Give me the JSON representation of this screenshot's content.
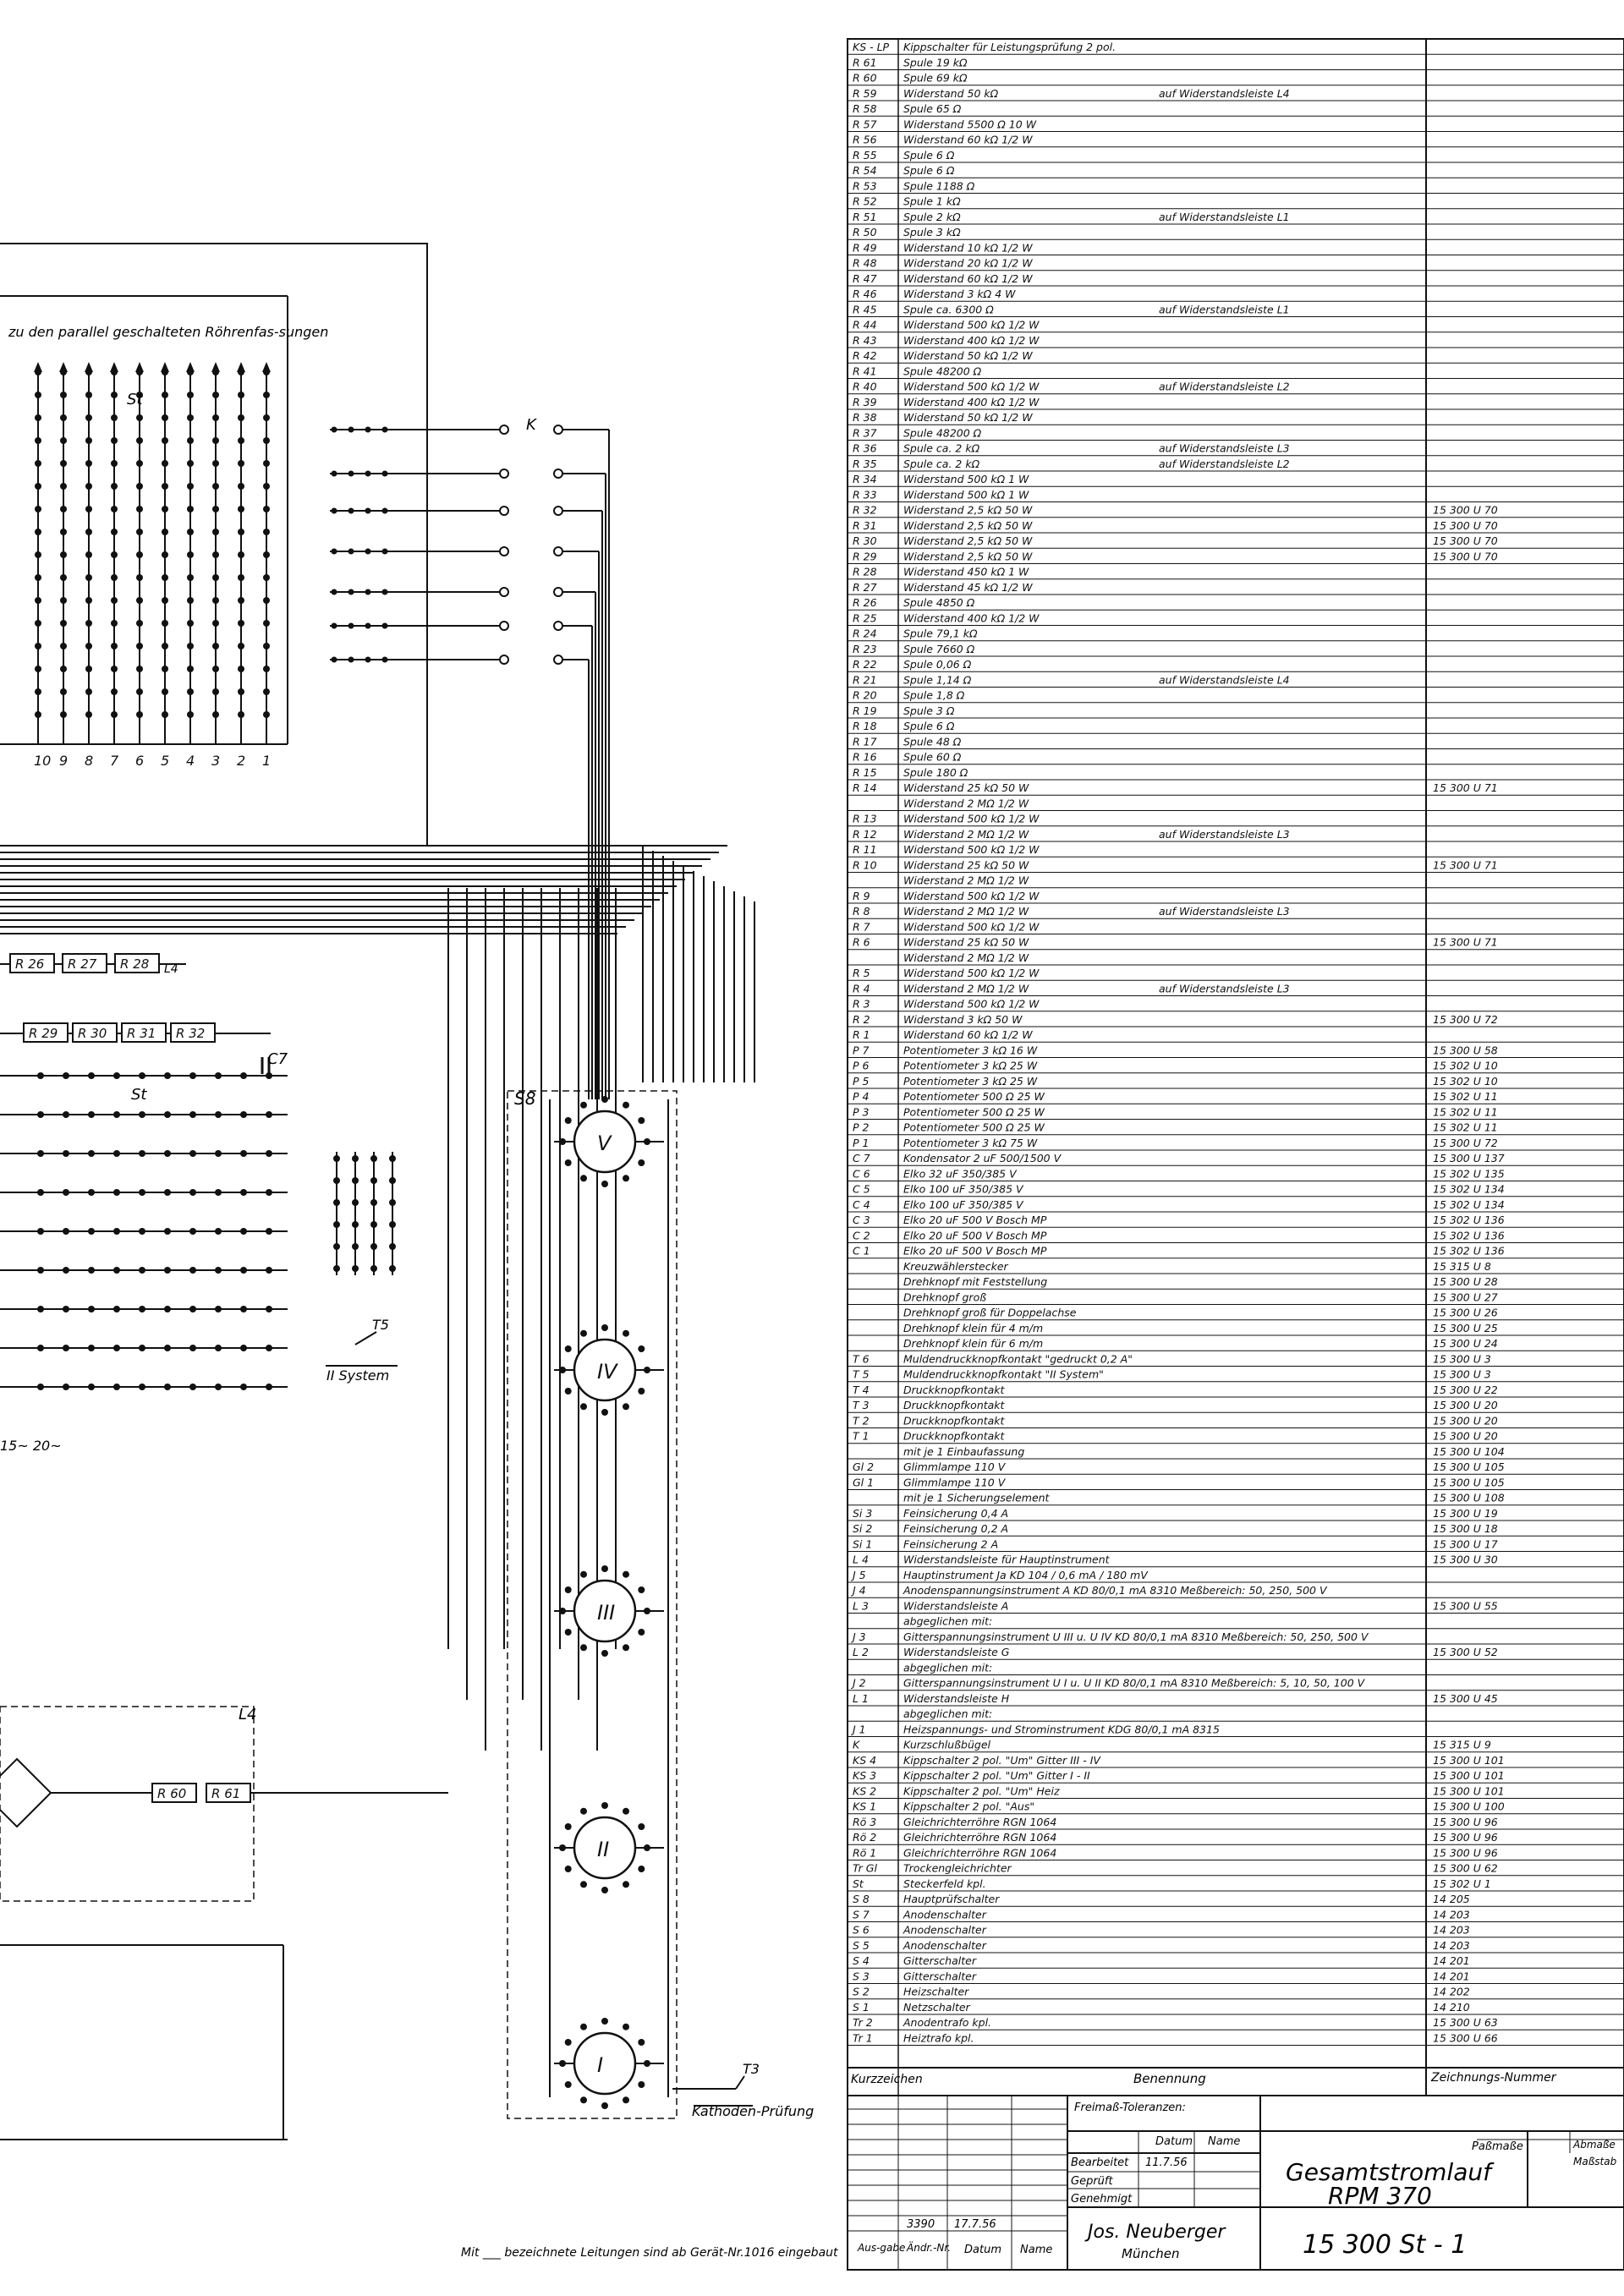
{
  "schematic": {
    "header_text": "zu den parallel geschalteten Röhrenfas-sungen",
    "st_label": "St",
    "st_label2": "St",
    "pin_numbers": [
      "10",
      "9",
      "8",
      "7",
      "6",
      "5",
      "4",
      "3",
      "2",
      "1"
    ],
    "k_label": "K",
    "s8_label": "S8",
    "c7_label": "C7",
    "l4_label": "L4",
    "l4_label2": "L4",
    "t5_label": "T5",
    "ii_system_label": "II System",
    "t3_label": "T3",
    "kathoden_label": "Kathoden-Prüfung",
    "freq_label": "15~ 20~",
    "resistor_row1": [
      "R 26",
      "R 27",
      "R 28"
    ],
    "resistor_row2": [
      "R 29",
      "R 30",
      "R 31",
      "R 32"
    ],
    "resistor_row3": [
      "R 60",
      "R 61"
    ],
    "switch_numerals": [
      "V",
      "IV",
      "III",
      "II",
      "I"
    ],
    "footnote": "Mit ___ bezeichnete Leitungen sind ab Gerät-Nr.1016 eingebaut"
  },
  "parts_table": {
    "rows": [
      {
        "ref": "KS - LP",
        "desc": "Kippschalter  für  Leistungsprüfung  2 pol.",
        "note": "",
        "num": ""
      },
      {
        "ref": "R 61",
        "desc": "Spule  19 kΩ",
        "note": "",
        "num": ""
      },
      {
        "ref": "R 60",
        "desc": "Spule  69 kΩ",
        "note": "",
        "num": ""
      },
      {
        "ref": "R 59",
        "desc": "Widerstand  50 kΩ",
        "note": "auf Widerstandsleiste  L4",
        "num": ""
      },
      {
        "ref": "R 58",
        "desc": "Spule  65 Ω",
        "note": "",
        "num": ""
      },
      {
        "ref": "R 57",
        "desc": "Widerstand  5500 Ω  10 W",
        "note": "",
        "num": ""
      },
      {
        "ref": "R 56",
        "desc": "Widerstand  60 kΩ  1/2 W",
        "note": "",
        "num": ""
      },
      {
        "ref": "R 55",
        "desc": "Spule  6 Ω",
        "note": "",
        "num": ""
      },
      {
        "ref": "R 54",
        "desc": "Spule  6 Ω",
        "note": "",
        "num": ""
      },
      {
        "ref": "R 53",
        "desc": "Spule  1188 Ω",
        "note": "",
        "num": ""
      },
      {
        "ref": "R 52",
        "desc": "Spule  1 kΩ",
        "note": "",
        "num": ""
      },
      {
        "ref": "R 51",
        "desc": "Spule  2 kΩ",
        "note": "auf Widerstandsleiste  L1",
        "num": ""
      },
      {
        "ref": "R 50",
        "desc": "Spule  3 kΩ",
        "note": "",
        "num": ""
      },
      {
        "ref": "R 49",
        "desc": "Widerstand  10 kΩ  1/2 W",
        "note": "",
        "num": ""
      },
      {
        "ref": "R 48",
        "desc": "Widerstand  20 kΩ  1/2 W",
        "note": "",
        "num": ""
      },
      {
        "ref": "R 47",
        "desc": "Widerstand  60 kΩ  1/2 W",
        "note": "",
        "num": ""
      },
      {
        "ref": "R 46",
        "desc": "Widerstand  3 kΩ  4 W",
        "note": "",
        "num": ""
      },
      {
        "ref": "R 45",
        "desc": "Spule  ca. 6300 Ω",
        "note": "auf Widerstandsleiste  L1",
        "num": ""
      },
      {
        "ref": "R 44",
        "desc": "Widerstand  500 kΩ  1/2 W",
        "note": "",
        "num": ""
      },
      {
        "ref": "R 43",
        "desc": "Widerstand  400 kΩ  1/2 W",
        "note": "",
        "num": ""
      },
      {
        "ref": "R 42",
        "desc": "Widerstand  50 kΩ  1/2 W",
        "note": "",
        "num": ""
      },
      {
        "ref": "R 41",
        "desc": "Spule  48200 Ω",
        "note": "",
        "num": ""
      },
      {
        "ref": "R 40",
        "desc": "Widerstand  500 kΩ  1/2 W",
        "note": "auf Widerstandsleiste  L2",
        "num": ""
      },
      {
        "ref": "R 39",
        "desc": "Widerstand  400 kΩ  1/2 W",
        "note": "",
        "num": ""
      },
      {
        "ref": "R 38",
        "desc": "Widerstand  50 kΩ  1/2 W",
        "note": "",
        "num": ""
      },
      {
        "ref": "R 37",
        "desc": "Spule  48200 Ω",
        "note": "",
        "num": ""
      },
      {
        "ref": "R 36",
        "desc": "Spule  ca. 2 kΩ",
        "note": "auf Widerstandsleiste  L3",
        "num": ""
      },
      {
        "ref": "R 35",
        "desc": "Spule  ca. 2 kΩ",
        "note": "auf Widerstandsleiste  L2",
        "num": ""
      },
      {
        "ref": "R 34",
        "desc": "Widerstand  500 kΩ  1 W",
        "note": "",
        "num": ""
      },
      {
        "ref": "R 33",
        "desc": "Widerstand  500 kΩ  1 W",
        "note": "",
        "num": ""
      },
      {
        "ref": "R 32",
        "desc": "Widerstand  2,5 kΩ  50 W",
        "note": "",
        "num": "15 300  U  70"
      },
      {
        "ref": "R 31",
        "desc": "Widerstand  2,5 kΩ  50 W",
        "note": "",
        "num": "15 300  U  70"
      },
      {
        "ref": "R 30",
        "desc": "Widerstand  2,5 kΩ  50 W",
        "note": "",
        "num": "15 300  U  70"
      },
      {
        "ref": "R 29",
        "desc": "Widerstand  2,5 kΩ  50 W",
        "note": "",
        "num": "15 300  U  70"
      },
      {
        "ref": "R 28",
        "desc": "Widerstand  450 kΩ  1 W",
        "note": "",
        "num": ""
      },
      {
        "ref": "R 27",
        "desc": "Widerstand  45 kΩ  1/2 W",
        "note": "",
        "num": ""
      },
      {
        "ref": "R 26",
        "desc": "Spule  4850 Ω",
        "note": "",
        "num": ""
      },
      {
        "ref": "R 25",
        "desc": "Widerstand  400 kΩ  1/2 W",
        "note": "",
        "num": ""
      },
      {
        "ref": "R 24",
        "desc": "Spule  79,1 kΩ",
        "note": "",
        "num": ""
      },
      {
        "ref": "R 23",
        "desc": "Spule  7660 Ω",
        "note": "",
        "num": ""
      },
      {
        "ref": "R 22",
        "desc": "Spule  0,06 Ω",
        "note": "",
        "num": ""
      },
      {
        "ref": "R 21",
        "desc": "Spule  1,14 Ω",
        "note": "auf Widerstandsleiste  L4",
        "num": ""
      },
      {
        "ref": "R 20",
        "desc": "Spule  1,8 Ω",
        "note": "",
        "num": ""
      },
      {
        "ref": "R 19",
        "desc": "Spule  3 Ω",
        "note": "",
        "num": ""
      },
      {
        "ref": "R 18",
        "desc": "Spule  6 Ω",
        "note": "",
        "num": ""
      },
      {
        "ref": "R 17",
        "desc": "Spule  48 Ω",
        "note": "",
        "num": ""
      },
      {
        "ref": "R 16",
        "desc": "Spule  60 Ω",
        "note": "",
        "num": ""
      },
      {
        "ref": "R 15",
        "desc": "Spule  180 Ω",
        "note": "",
        "num": ""
      },
      {
        "ref": "R 14",
        "desc": "Widerstand  25 kΩ  50 W",
        "note": "",
        "num": "15 300  U  71"
      },
      {
        "ref": "",
        "desc": "Widerstand  2 MΩ  1/2 W",
        "note": "",
        "num": ""
      },
      {
        "ref": "R 13",
        "desc": "Widerstand  500 kΩ  1/2 W",
        "note": "",
        "num": ""
      },
      {
        "ref": "R 12",
        "desc": "Widerstand  2 MΩ  1/2 W",
        "note": "auf Widerstandsleiste  L3",
        "num": ""
      },
      {
        "ref": "R 11",
        "desc": "Widerstand  500 kΩ  1/2 W",
        "note": "",
        "num": ""
      },
      {
        "ref": "R 10",
        "desc": "Widerstand  25 kΩ  50 W",
        "note": "",
        "num": "15 300  U  71"
      },
      {
        "ref": "",
        "desc": "Widerstand  2 MΩ  1/2 W",
        "note": "",
        "num": ""
      },
      {
        "ref": "R 9",
        "desc": "Widerstand  500 kΩ  1/2 W",
        "note": "",
        "num": ""
      },
      {
        "ref": "R 8",
        "desc": "Widerstand  2 MΩ  1/2 W",
        "note": "auf Widerstandsleiste  L3",
        "num": ""
      },
      {
        "ref": "R 7",
        "desc": "Widerstand  500 kΩ  1/2 W",
        "note": "",
        "num": ""
      },
      {
        "ref": "R 6",
        "desc": "Widerstand  25 kΩ  50 W",
        "note": "",
        "num": "15 300  U  71"
      },
      {
        "ref": "",
        "desc": "Widerstand  2 MΩ  1/2 W",
        "note": "",
        "num": ""
      },
      {
        "ref": "R 5",
        "desc": "Widerstand  500 kΩ  1/2 W",
        "note": "",
        "num": ""
      },
      {
        "ref": "R 4",
        "desc": "Widerstand  2 MΩ  1/2 W",
        "note": "auf Widerstandsleiste  L3",
        "num": ""
      },
      {
        "ref": "R 3",
        "desc": "Widerstand  500 kΩ  1/2 W",
        "note": "",
        "num": ""
      },
      {
        "ref": "R 2",
        "desc": "Widerstand  3 kΩ  50 W",
        "note": "",
        "num": "15 300  U  72"
      },
      {
        "ref": "R 1",
        "desc": "Widerstand  60 kΩ  1/2 W",
        "note": "",
        "num": ""
      },
      {
        "ref": "P 7",
        "desc": "Potentiometer  3 kΩ  16 W",
        "note": "",
        "num": "15 300  U  58"
      },
      {
        "ref": "P 6",
        "desc": "Potentiometer  3 kΩ  25 W",
        "note": "",
        "num": "15 302  U  10"
      },
      {
        "ref": "P 5",
        "desc": "Potentiometer  3 kΩ  25 W",
        "note": "",
        "num": "15 302  U  10"
      },
      {
        "ref": "P 4",
        "desc": "Potentiometer  500 Ω  25 W",
        "note": "",
        "num": "15 302  U  11"
      },
      {
        "ref": "P 3",
        "desc": "Potentiometer  500 Ω  25 W",
        "note": "",
        "num": "15 302  U  11"
      },
      {
        "ref": "P 2",
        "desc": "Potentiometer  500 Ω  25 W",
        "note": "",
        "num": "15 302  U  11"
      },
      {
        "ref": "P 1",
        "desc": "Potentiometer  3 kΩ  75 W",
        "note": "",
        "num": "15 300  U  72"
      },
      {
        "ref": "C 7",
        "desc": "Kondensator  2 uF  500/1500 V",
        "note": "",
        "num": "15 300  U  137"
      },
      {
        "ref": "C 6",
        "desc": "Elko  32 uF  350/385 V",
        "note": "",
        "num": "15 302  U  135"
      },
      {
        "ref": "C 5",
        "desc": "Elko  100 uF  350/385 V",
        "note": "",
        "num": "15 302  U  134"
      },
      {
        "ref": "C 4",
        "desc": "Elko  100 uF  350/385 V",
        "note": "",
        "num": "15 302  U  134"
      },
      {
        "ref": "C 3",
        "desc": "Elko  20 uF  500 V  Bosch MP",
        "note": "",
        "num": "15 302  U  136"
      },
      {
        "ref": "C 2",
        "desc": "Elko  20 uF  500 V  Bosch MP",
        "note": "",
        "num": "15 302  U  136"
      },
      {
        "ref": "C 1",
        "desc": "Elko  20 uF  500 V  Bosch MP",
        "note": "",
        "num": "15 302  U  136"
      },
      {
        "ref": "",
        "desc": "Kreuzwählerstecker",
        "note": "",
        "num": "15 315  U  8"
      },
      {
        "ref": "",
        "desc": "Drehknopf  mit  Feststellung",
        "note": "",
        "num": "15 300  U  28"
      },
      {
        "ref": "",
        "desc": "Drehknopf  groß",
        "note": "",
        "num": "15 300  U  27"
      },
      {
        "ref": "",
        "desc": "Drehknopf  groß  für  Doppelachse",
        "note": "",
        "num": "15 300  U  26"
      },
      {
        "ref": "",
        "desc": "Drehknopf  klein  für  4 m/m",
        "note": "",
        "num": "15 300  U  25"
      },
      {
        "ref": "",
        "desc": "Drehknopf  klein  für  6 m/m",
        "note": "",
        "num": "15 300  U  24"
      },
      {
        "ref": "T 6",
        "desc": "Muldendruckknopfkontakt  \"gedruckt  0,2 A\"",
        "note": "",
        "num": "15 300  U  3"
      },
      {
        "ref": "T 5",
        "desc": "Muldendruckknopfkontakt  \"II System\"",
        "note": "",
        "num": "15 300  U  3"
      },
      {
        "ref": "T 4",
        "desc": "Druckknopfkontakt",
        "note": "",
        "num": "15 300  U  22"
      },
      {
        "ref": "T 3",
        "desc": "Druckknopfkontakt",
        "note": "",
        "num": "15 300  U  20"
      },
      {
        "ref": "T 2",
        "desc": "Druckknopfkontakt",
        "note": "",
        "num": "15 300  U  20"
      },
      {
        "ref": "T 1",
        "desc": "Druckknopfkontakt",
        "note": "",
        "num": "15 300  U  20"
      },
      {
        "ref": "",
        "desc": "mit  je  1  Einbaufassung",
        "note": "",
        "num": "15 300  U  104"
      },
      {
        "ref": "Gl 2",
        "desc": "Glimmlampe  110 V",
        "note": "",
        "num": "15 300  U  105"
      },
      {
        "ref": "Gl 1",
        "desc": "Glimmlampe  110 V",
        "note": "",
        "num": "15 300  U  105"
      },
      {
        "ref": "",
        "desc": "mit  je  1  Sicherungselement",
        "note": "",
        "num": "15 300  U  108"
      },
      {
        "ref": "Si 3",
        "desc": "Feinsicherung  0,4 A",
        "note": "",
        "num": "15 300  U  19"
      },
      {
        "ref": "Si 2",
        "desc": "Feinsicherung  0,2 A",
        "note": "",
        "num": "15 300  U  18"
      },
      {
        "ref": "Si 1",
        "desc": "Feinsicherung  2 A",
        "note": "",
        "num": "15 300  U  17"
      },
      {
        "ref": "L 4",
        "desc": "Widerstandsleiste  für  Hauptinstrument",
        "note": "",
        "num": "15 300  U  30"
      },
      {
        "ref": "J 5",
        "desc": "Hauptinstrument  Ja  KD 104 / 0,6 mA / 180 mV",
        "note": "",
        "num": ""
      },
      {
        "ref": "J 4",
        "desc": "Anodenspannungsinstrument  A  KD 80/0,1 mA  8310  Meßbereich: 50, 250, 500 V",
        "note": "",
        "num": ""
      },
      {
        "ref": "L 3",
        "desc": "Widerstandsleiste  A",
        "note": "",
        "num": "15 300  U  55"
      },
      {
        "ref": "",
        "desc": "abgeglichen  mit:",
        "note": "",
        "num": ""
      },
      {
        "ref": "J 3",
        "desc": "Gitterspannungsinstrument  U III u. U IV  KD 80/0,1 mA  8310  Meßbereich: 50, 250, 500 V",
        "note": "",
        "num": ""
      },
      {
        "ref": "L 2",
        "desc": "Widerstandsleiste  G",
        "note": "",
        "num": "15 300  U  52"
      },
      {
        "ref": "",
        "desc": "abgeglichen  mit:",
        "note": "",
        "num": ""
      },
      {
        "ref": "J 2",
        "desc": "Gitterspannungsinstrument  U I u. U II  KD 80/0,1 mA  8310  Meßbereich: 5, 10, 50, 100 V",
        "note": "",
        "num": ""
      },
      {
        "ref": "L 1",
        "desc": "Widerstandsleiste  H",
        "note": "",
        "num": "15 300  U  45"
      },
      {
        "ref": "",
        "desc": "abgeglichen  mit:",
        "note": "",
        "num": ""
      },
      {
        "ref": "J 1",
        "desc": "Heizspannungs- und Strominstrument  KDG  80/0,1 mA  8315",
        "note": "",
        "num": ""
      },
      {
        "ref": "K",
        "desc": "Kurzschlußbügel",
        "note": "",
        "num": "15 315  U  9"
      },
      {
        "ref": "KS 4",
        "desc": "Kippschalter  2 pol. \"Um\"  Gitter III - IV",
        "note": "",
        "num": "15 300  U  101"
      },
      {
        "ref": "KS 3",
        "desc": "Kippschalter  2 pol. \"Um\"  Gitter I - II",
        "note": "",
        "num": "15 300  U  101"
      },
      {
        "ref": "KS 2",
        "desc": "Kippschalter  2 pol. \"Um\"  Heiz",
        "note": "",
        "num": "15 300  U  101"
      },
      {
        "ref": "KS 1",
        "desc": "Kippschalter  2 pol. \"Aus\"",
        "note": "",
        "num": "15 300  U  100"
      },
      {
        "ref": "Rö 3",
        "desc": "Gleichrichterröhre  RGN  1064",
        "note": "",
        "num": "15 300  U  96"
      },
      {
        "ref": "Rö 2",
        "desc": "Gleichrichterröhre  RGN  1064",
        "note": "",
        "num": "15 300  U  96"
      },
      {
        "ref": "Rö 1",
        "desc": "Gleichrichterröhre  RGN  1064",
        "note": "",
        "num": "15 300  U  96"
      },
      {
        "ref": "Tr Gl",
        "desc": "Trockengleichrichter",
        "note": "",
        "num": "15 300  U  62"
      },
      {
        "ref": "St",
        "desc": "Steckerfeld  kpl.",
        "note": "",
        "num": "15 302  U  1"
      },
      {
        "ref": "S 8",
        "desc": "Hauptprüfschalter",
        "note": "",
        "num": "14 205"
      },
      {
        "ref": "S 7",
        "desc": "Anodenschalter",
        "note": "",
        "num": "14 203"
      },
      {
        "ref": "S 6",
        "desc": "Anodenschalter",
        "note": "",
        "num": "14 203"
      },
      {
        "ref": "S 5",
        "desc": "Anodenschalter",
        "note": "",
        "num": "14 203"
      },
      {
        "ref": "S 4",
        "desc": "Gitterschalter",
        "note": "",
        "num": "14 201"
      },
      {
        "ref": "S 3",
        "desc": "Gitterschalter",
        "note": "",
        "num": "14 201"
      },
      {
        "ref": "S 2",
        "desc": "Heizschalter",
        "note": "",
        "num": "14 202"
      },
      {
        "ref": "S 1",
        "desc": "Netzschalter",
        "note": "",
        "num": "14 210"
      },
      {
        "ref": "Tr 2",
        "desc": "Anodentrafo  kpl.",
        "note": "",
        "num": "15 300  U  63"
      },
      {
        "ref": "Tr 1",
        "desc": "Heiztrafo  kpl.",
        "note": "",
        "num": "15 300  U  66"
      }
    ],
    "header_ref": "Kurzzeichen",
    "header_desc": "Benennung",
    "header_num": "Zeichnungs-Nummer"
  },
  "title_block": {
    "freimass": "Freimaß-Toleranzen:",
    "datum": "Datum",
    "name": "Name",
    "bearbeitet": "Bearbeitet",
    "bearbeitet_date": "11.7.56",
    "geprueft": "Geprüft",
    "genehmigt": "Genehmigt",
    "passmasse": "Paßmaße",
    "abmasse": "Abmaße",
    "masstab": "Maßstab",
    "title_line1": "Gesamtstromlauf",
    "title_line2": "RPM 370",
    "company": "Jos. Neuberger",
    "city": "München",
    "drawing_number": "15 300 St  -  1",
    "rev_num": "3390",
    "rev_date": "17.7.56",
    "ausgabe": "Aus-gabe",
    "aendr": "Ändr.-Nr.",
    "datum2": "Datum",
    "name2": "Name"
  }
}
